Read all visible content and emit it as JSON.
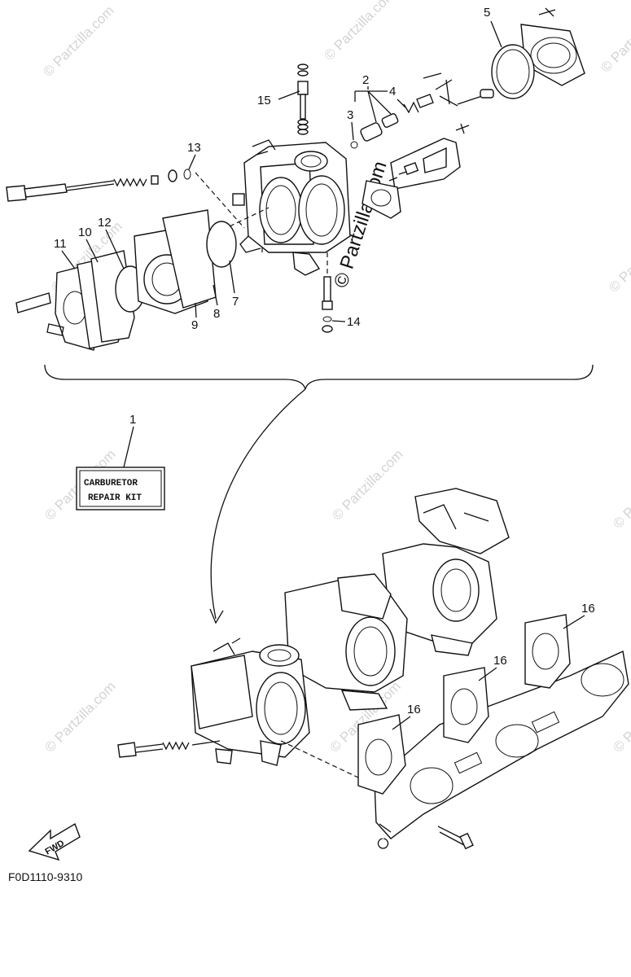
{
  "diagram": {
    "figure_code": "F0D1110-9310",
    "kit_label_line1": "CARBURETOR",
    "kit_label_line2": "REPAIR KIT",
    "fwd_label": "FWD",
    "watermark_text": "© Partzilla.com",
    "callouts": {
      "c1": "1",
      "c2": "2",
      "c3": "3",
      "c4": "4",
      "c5": "5",
      "c7": "7",
      "c8": "8",
      "c9": "9",
      "c10": "10",
      "c11": "11",
      "c12": "12",
      "c13": "13",
      "c14": "14",
      "c15": "15",
      "c16a": "16",
      "c16b": "16",
      "c16c": "16"
    }
  }
}
